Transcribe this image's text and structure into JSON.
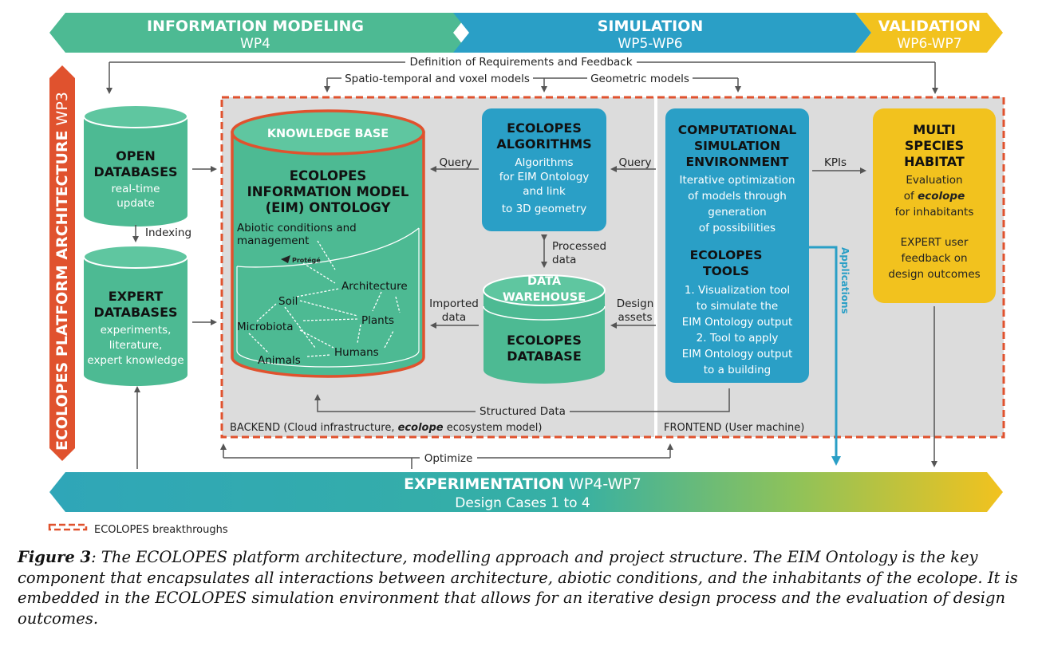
{
  "header": {
    "info_title": "INFORMATION MODELING",
    "info_wp": "WP4",
    "sim_title": "SIMULATION",
    "sim_wp": "WP5-WP6",
    "val_title": "VALIDATION",
    "val_wp": "WP6-WP7"
  },
  "side_banner": {
    "title": "ECOLOPES PLATFORM ARCHITECTURE",
    "wp": "WP3"
  },
  "top_flows": {
    "requirements": "Definition of Requirements and Feedback",
    "spatio": "Spatio-temporal and voxel models",
    "geometric": "Geometric models"
  },
  "open_db": {
    "title1": "OPEN",
    "title2": "DATABASES",
    "line1": "real-time",
    "line2": "update"
  },
  "indexing": "Indexing",
  "expert_db": {
    "title1": "EXPERT",
    "title2": "DATABASES",
    "line1": "experiments,",
    "line2": "literature,",
    "line3": "expert knowledge"
  },
  "knowledge_base": {
    "header": "KNOWLEDGE BASE",
    "title1": "ECOLOPES",
    "title2": "INFORMATION MODEL",
    "title3": "(EIM) ONTOLOGY",
    "abiotic1": "Abiotic conditions and",
    "abiotic2": "management",
    "protege": "Protégé",
    "nodes": {
      "architecture": "Architecture",
      "soil": "Soil",
      "plants": "Plants",
      "microbiota": "Microbiota",
      "humans": "Humans",
      "animals": "Animals"
    }
  },
  "algorithms": {
    "title1": "ECOLOPES",
    "title2": "ALGORITHMS",
    "line1": "Algorithms",
    "line2": "for EIM Ontology",
    "line3": "and link",
    "line4": "to 3D geometry"
  },
  "query_left": "Query",
  "query_right": "Query",
  "processed": {
    "line1": "Processed",
    "line2": "data"
  },
  "warehouse": {
    "top1": "DATA",
    "top2": "WAREHOUSE",
    "title1": "ECOLOPES",
    "title2": "DATABASE"
  },
  "imported": {
    "line1": "Imported",
    "line2": "data"
  },
  "design_assets": {
    "line1": "Design",
    "line2": "assets"
  },
  "sim_env": {
    "title1": "COMPUTATIONAL",
    "title2": "SIMULATION",
    "title3": "ENVIRONMENT",
    "line1": "Iterative optimization",
    "line2": "of models through",
    "line3": "generation",
    "line4": "of possibilities",
    "tools1": "ECOLOPES",
    "tools2": "TOOLS",
    "t1": "1. Visualization tool",
    "t2": "to simulate the",
    "t3": "EIM Ontology output",
    "t4": "2. Tool to apply",
    "t5": "EIM Ontology output",
    "t6": "to a building"
  },
  "kpis": "KPIs",
  "applications": "Applications",
  "habitat": {
    "title1": "MULTI",
    "title2": "SPECIES",
    "title3": "HABITAT",
    "line1": "Evaluation",
    "line2_pre": "of ",
    "line2_em": "ecolope",
    "line3": "for inhabitants",
    "line4": "EXPERT user",
    "line5": "feedback on",
    "line6": "design outcomes"
  },
  "structured": "Structured Data",
  "backend": {
    "pre": "BACKEND (Cloud infrastructure, ",
    "em": "ecolope",
    "post": " ecosystem model)"
  },
  "frontend": "FRONTEND (User machine)",
  "optimize": "Optimize",
  "experimentation": {
    "title": "EXPERIMENTATION",
    "wp": "WP4-WP7",
    "sub": "Design Cases 1 to 4"
  },
  "legend": "ECOLOPES breakthroughs",
  "caption": {
    "label": "Figure 3",
    "text": ": The ECOLOPES platform architecture, modelling approach and project structure. The EIM Ontology is the key component that encapsulates all interactions between architecture, abiotic conditions, and the inhabitants of the ecolope. It is embedded in the ECOLOPES simulation environment that allows for an iterative design process and the evaluation of design outcomes."
  },
  "colors": {
    "green": "#4dba93",
    "blue": "#2a9fc6",
    "yellow": "#f2c21e",
    "orange": "#e0522e",
    "panel": "#dcdcdc",
    "arrow": "#555555"
  }
}
